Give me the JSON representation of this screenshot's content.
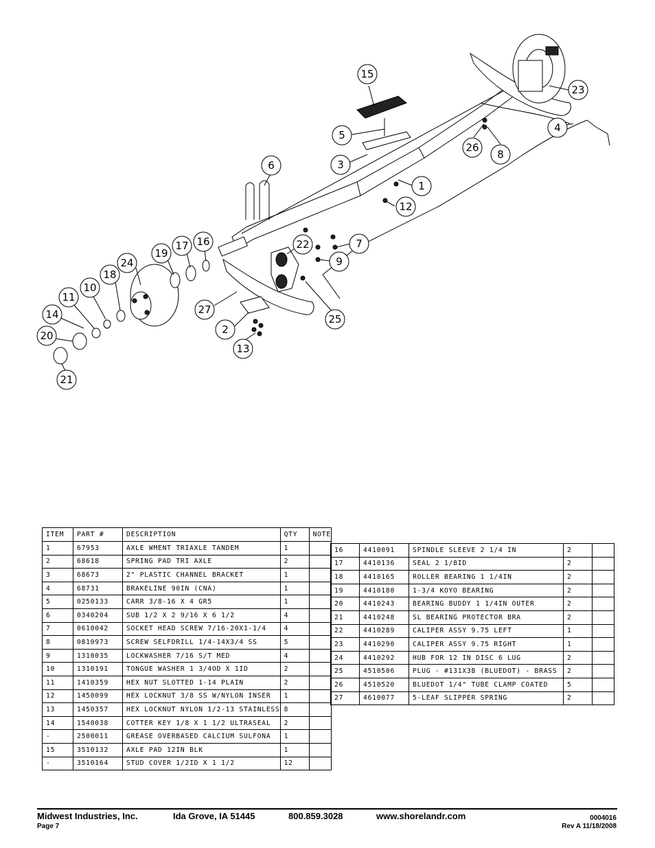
{
  "diagram": {
    "callouts": [
      "1",
      "2",
      "3",
      "4",
      "5",
      "6",
      "7",
      "8",
      "9",
      "10",
      "11",
      "12",
      "13",
      "14",
      "15",
      "16",
      "17",
      "18",
      "19",
      "20",
      "21",
      "22",
      "23",
      "24",
      "25",
      "26",
      "27"
    ]
  },
  "table_left": {
    "headers": [
      "ITEM",
      "PART #",
      "DESCRIPTION",
      "QTY",
      "NOTE"
    ],
    "rows": [
      [
        "1",
        "67953",
        "AXLE WMENT  TRIAXLE TANDEM",
        "1",
        ""
      ],
      [
        "2",
        "68618",
        "SPRING PAD  TRI AXLE",
        "2",
        ""
      ],
      [
        "3",
        "68673",
        "2\" PLASTIC CHANNEL BRACKET",
        "1",
        ""
      ],
      [
        "4",
        "68731",
        "BRAKELINE 90IN (CNA)",
        "1",
        ""
      ],
      [
        "5",
        "0250133",
        "CARR 3/8-16 X 4 GR5",
        "1",
        ""
      ],
      [
        "6",
        "0340204",
        "SUB 1/2 X 2 9/16 X 6 1/2",
        "4",
        ""
      ],
      [
        "7",
        "0610042",
        "SOCKET HEAD SCREW 7/16-20X1-1/4",
        "4",
        ""
      ],
      [
        "8",
        "0810973",
        "SCREW SELFDRILL  1/4-14X3/4 SS",
        "5",
        ""
      ],
      [
        "9",
        "1310035",
        "LOCKWASHER 7/16 S/T MED",
        "4",
        ""
      ],
      [
        "10",
        "1310191",
        "TONGUE WASHER 1 3/4OD X 1ID",
        "2",
        ""
      ],
      [
        "11",
        "1410359",
        "HEX NUT SLOTTED 1-14 PLAIN",
        "2",
        ""
      ],
      [
        "12",
        "1450099",
        "HEX LOCKNUT 3/8 SS W/NYLON INSER",
        "1",
        ""
      ],
      [
        "13",
        "1450357",
        "HEX LOCKNUT NYLON 1/2-13 STAINLESS",
        "8",
        ""
      ],
      [
        "14",
        "1540038",
        "COTTER KEY 1/8 X 1 1/2 ULTRASEAL",
        "2",
        ""
      ],
      [
        "-",
        "2500011",
        "GREASE OVERBASED CALCIUM SULFONA",
        "1",
        ""
      ],
      [
        "15",
        "3510132",
        "AXLE PAD 12IN  BLK",
        "1",
        ""
      ],
      [
        "-",
        "3510164",
        "STUD COVER 1/2ID X 1 1/2",
        "12",
        ""
      ]
    ]
  },
  "table_right": {
    "rows": [
      [
        "16",
        "4410091",
        "SPINDLE SLEEVE 2 1/4 IN",
        "2",
        ""
      ],
      [
        "17",
        "4410136",
        "SEAL  2 1/8ID",
        "2",
        ""
      ],
      [
        "18",
        "4410165",
        "ROLLER BEARING  1 1/4IN",
        "2",
        ""
      ],
      [
        "19",
        "4410180",
        "1-3/4 KOYO BEARING",
        "2",
        ""
      ],
      [
        "20",
        "4410243",
        "BEARING BUDDY  1 1/4IN OUTER",
        "2",
        ""
      ],
      [
        "21",
        "4410248",
        "SL BEARING PROTECTOR BRA",
        "2",
        ""
      ],
      [
        "22",
        "4410289",
        "CALIPER ASSY 9.75 LEFT",
        "1",
        ""
      ],
      [
        "23",
        "4410290",
        "CALIPER ASSY 9.75 RIGHT",
        "1",
        ""
      ],
      [
        "24",
        "4410292",
        "HUB FOR 12 IN DISC 6 LUG",
        "2",
        ""
      ],
      [
        "25",
        "4510506",
        "PLUG - #131X3B (BLUEDOT) - BRASS",
        "2",
        ""
      ],
      [
        "26",
        "4510520",
        "BLUEDOT 1/4\" TUBE CLAMP COATED",
        "5",
        ""
      ],
      [
        "27",
        "4610077",
        "5-LEAF SLIPPER SPRING",
        "2",
        ""
      ]
    ]
  },
  "footer": {
    "company": "Midwest Industries, Inc.",
    "city": "Ida Grove, IA  51445",
    "phone": "800.859.3028",
    "website": "www.shorelandr.com",
    "doc_number": "0004016",
    "page": "Page 7",
    "revision": "Rev A   11/18/2008"
  }
}
